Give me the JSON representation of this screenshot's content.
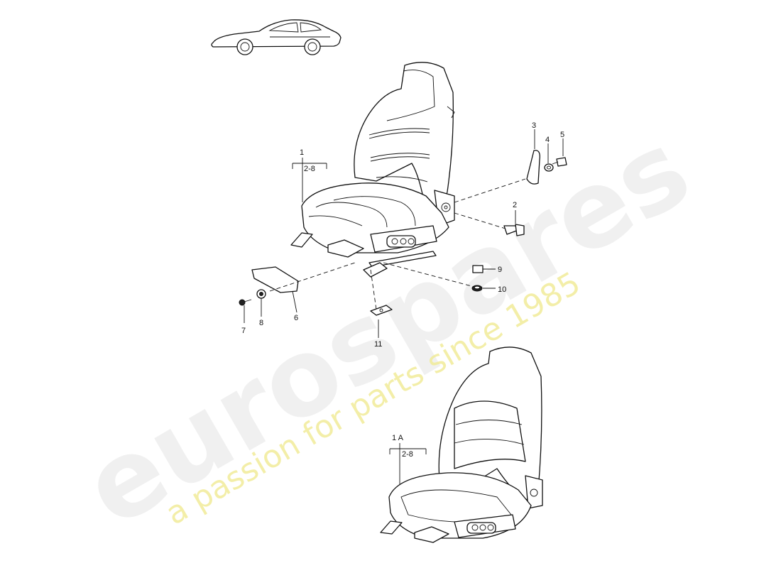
{
  "watermark": {
    "brand": "eurospares",
    "tagline": "a passion for parts since 1985"
  },
  "callouts": {
    "c1": "1",
    "c1_range": "2-8",
    "c2": "2",
    "c3": "3",
    "c4": "4",
    "c5": "5",
    "c6": "6",
    "c7": "7",
    "c8": "8",
    "c9": "9",
    "c10": "10",
    "c11": "11",
    "c1a": "1 A",
    "c1a_range": "2-8"
  },
  "colors": {
    "line": "#111111",
    "watermark_gray": "#ececec",
    "watermark_yellow": "#f1ec9a"
  }
}
